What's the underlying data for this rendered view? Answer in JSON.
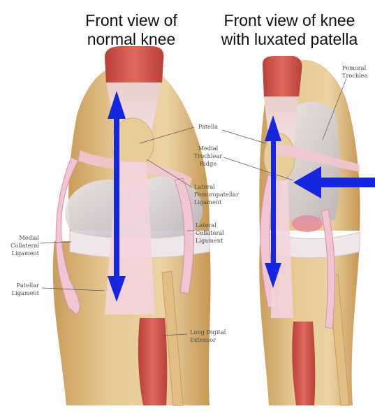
{
  "titles": {
    "left_line1": "Front view of",
    "left_line2": "normal knee",
    "right_line1": "Front view of knee",
    "right_line2": "with luxated patella"
  },
  "labels": {
    "patella": "Patella",
    "medial_trochlear_ridge": [
      "Medial",
      "Trochlear",
      "Ridge"
    ],
    "lateral_femoropatellar_ligament": [
      "Lateral",
      "Femoropatellar",
      "Ligament"
    ],
    "lateral_collateral_ligament": [
      "Lateral",
      "Collateral",
      "Ligament"
    ],
    "medial_collateral_ligament": [
      "Medial",
      "Collateral",
      "Ligament"
    ],
    "patellar_ligament": [
      "Patellar",
      "Ligament"
    ],
    "long_digital_extensor": [
      "Long Digital",
      "Extensor"
    ],
    "femoral_trochlea": [
      "Femoral",
      "Trochlea"
    ]
  },
  "colors": {
    "bone": "#e7c994",
    "bone_dark": "#c99d5a",
    "cartilage": "#d9d6da",
    "ligament": "#f1c6d3",
    "ligament_edge": "#d98ca6",
    "muscle": "#d9584f",
    "arrow": "#1526e0",
    "leader": "#555555"
  }
}
